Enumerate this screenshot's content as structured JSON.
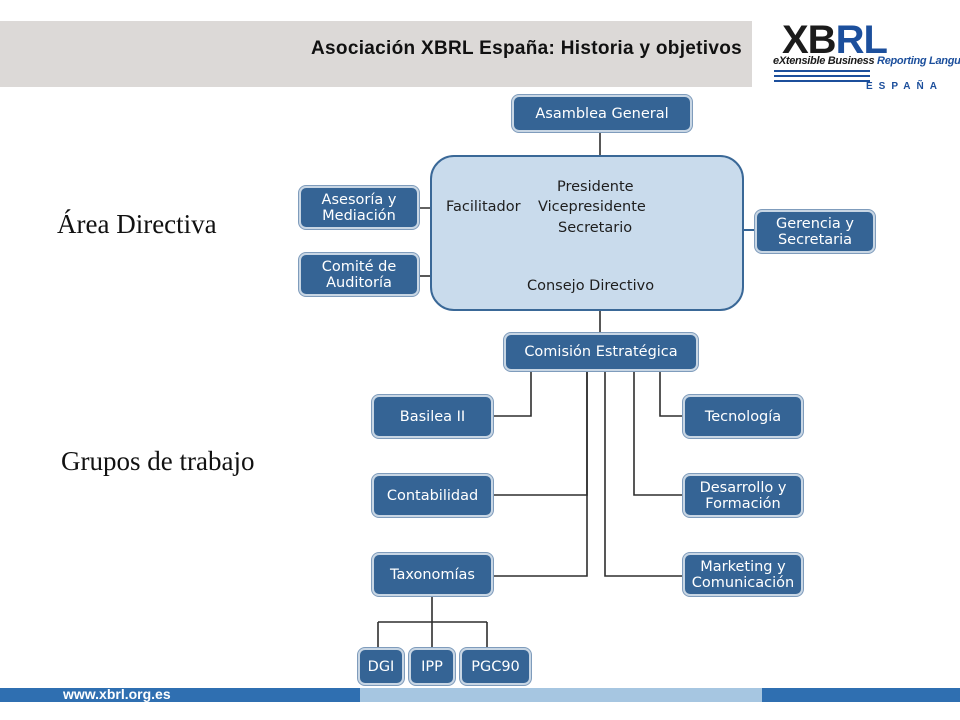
{
  "header": {
    "title": "Asociación XBRL España: Historia y objetivos"
  },
  "logo": {
    "word_part1": "XB",
    "word_part2": "RL",
    "tagline_part1": "eXtensible Business ",
    "tagline_part2": "Reporting Language",
    "country": "ESPAÑA"
  },
  "labels": {
    "area_directiva": "Área Directiva",
    "grupos_trabajo": "Grupos de trabajo"
  },
  "org": {
    "asamblea": "Asamblea General",
    "asesoria": "Asesoría y\nMediación",
    "comite": "Comité de\nAuditoría",
    "gerencia": "Gerencia y\nSecretaria",
    "council": {
      "facilitador": "Facilitador",
      "presidente": "Presidente",
      "vicepresidente": "Vicepresidente",
      "secretario": "Secretario",
      "consejo": "Consejo Directivo"
    },
    "comision": "Comisión Estratégica",
    "groups": {
      "basilea": "Basilea II",
      "contabilidad": "Contabilidad",
      "taxonomias": "Taxonomías",
      "tecnologia": "Tecnología",
      "desarrollo": "Desarrollo y\nFormación",
      "marketing": "Marketing y\nComunicación"
    },
    "taxonomy_children": {
      "dgi": "DGI",
      "ipp": "IPP",
      "pgc90": "PGC90"
    }
  },
  "colors": {
    "node_fill": "#356495",
    "council_fill": "#c9dbec",
    "connector": "#2e2e2e",
    "footer_dark": "#2f6fb1",
    "footer_light": "#a6c6e1",
    "brand_blue": "#1c4f9c"
  },
  "footer": {
    "url": "www.xbrl.org.es"
  }
}
